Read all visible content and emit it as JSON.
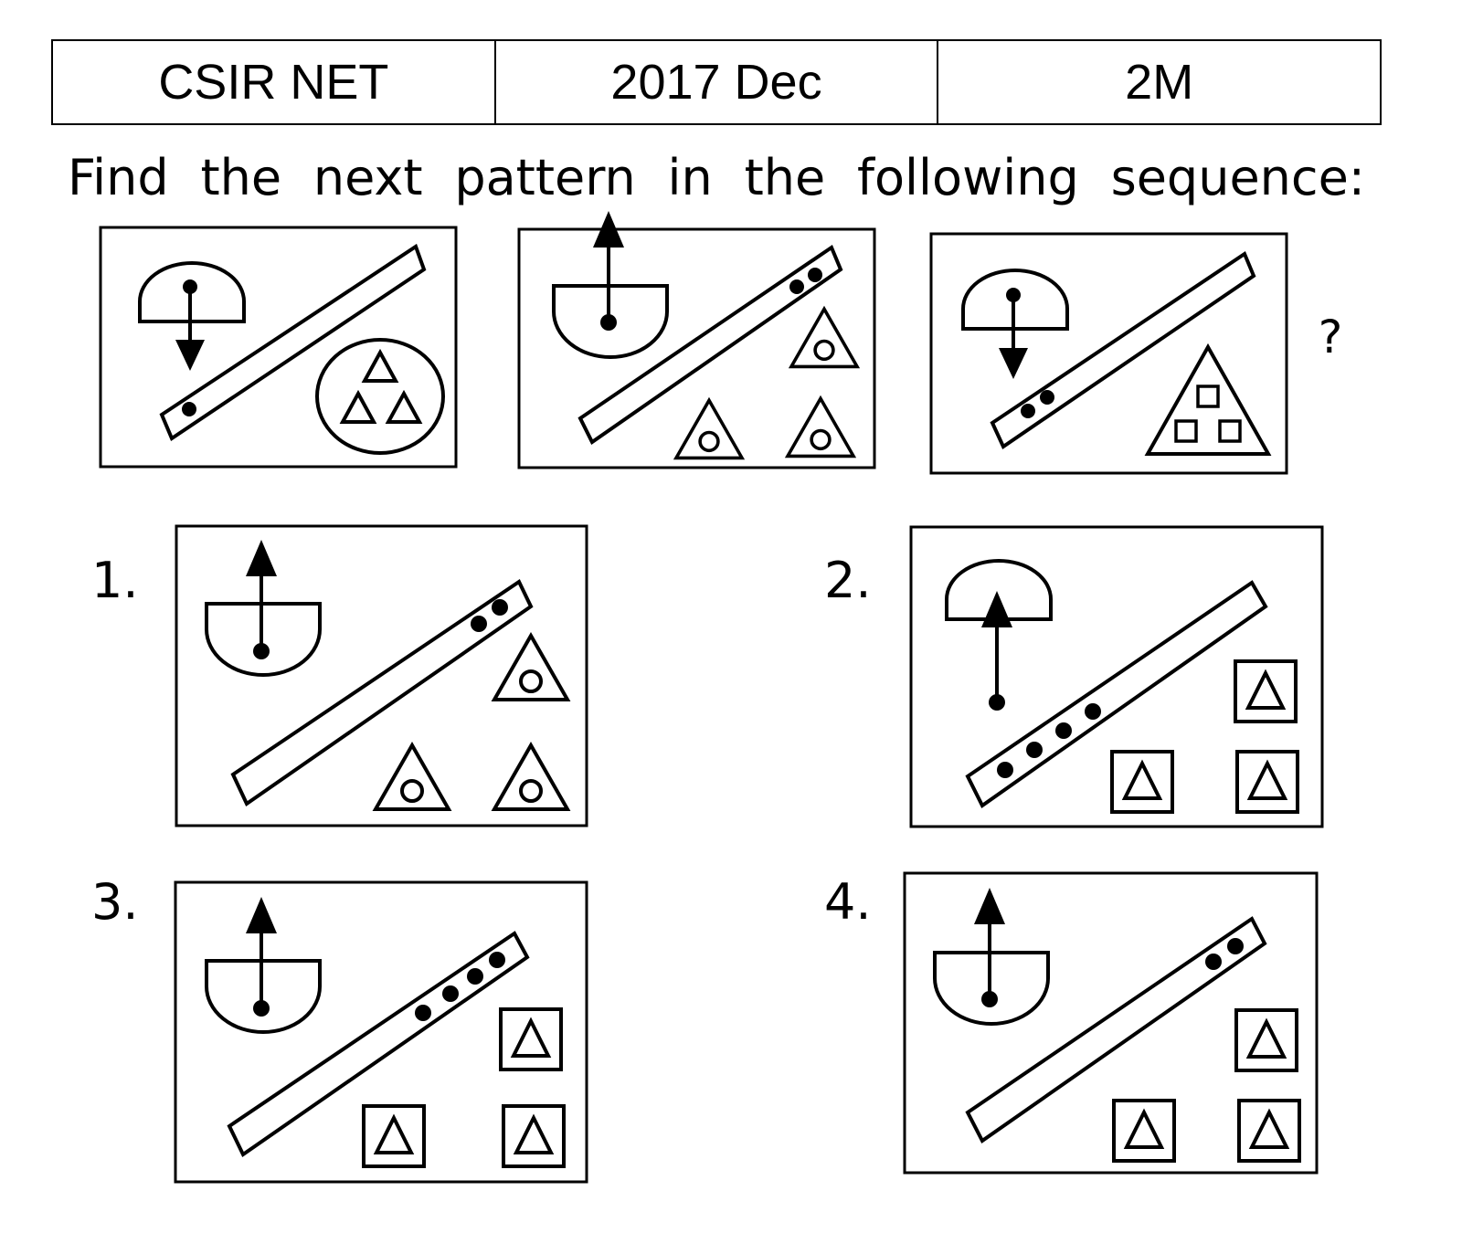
{
  "header": {
    "exam": "CSIR NET",
    "session": "2017 Dec",
    "marks": "2M"
  },
  "question": {
    "text": "Find the next pattern in the following sequence:",
    "unknown_mark": "?"
  },
  "options": [
    {
      "label": "1."
    },
    {
      "label": "2."
    },
    {
      "label": "3."
    },
    {
      "label": "4."
    }
  ]
}
